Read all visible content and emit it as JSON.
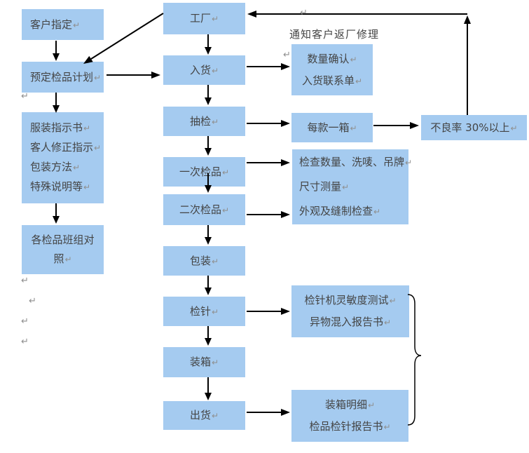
{
  "symbols": {
    "pilcrow": "↵"
  },
  "colors": {
    "node_fill": "#A5CBF0",
    "text": "#444444",
    "pilcrow": "#8F8F8F",
    "arrow": "#000000",
    "background": "#FFFFFF"
  },
  "diagram": {
    "floating_label": "通知客户返厂修理",
    "nodes": {
      "customer_assign": {
        "lines": [
          "客户指定"
        ]
      },
      "inspection_plan": {
        "lines": [
          "预定检品计划"
        ]
      },
      "spec_docs": {
        "lines": [
          "服装指示书",
          "客人修正指示",
          "包装方法",
          "特殊说明等"
        ]
      },
      "team_reference": {
        "lines": [
          "各检品班组对",
          "照"
        ]
      },
      "factory": {
        "lines": [
          "工厂"
        ]
      },
      "goods_in": {
        "lines": [
          "入货"
        ]
      },
      "sampling": {
        "lines": [
          "抽检"
        ]
      },
      "first_inspection": {
        "lines": [
          "一次检品"
        ]
      },
      "second_inspection": {
        "lines": [
          "二次检品"
        ]
      },
      "packing": {
        "lines": [
          "包装"
        ]
      },
      "needle_check": {
        "lines": [
          "检针"
        ]
      },
      "boxing": {
        "lines": [
          "装箱"
        ]
      },
      "shipment": {
        "lines": [
          "出货"
        ]
      },
      "qty_confirm": {
        "lines": [
          "数量确认",
          "入货联系单"
        ]
      },
      "one_box_per_style": {
        "lines": [
          "每款一箱"
        ]
      },
      "inspection_items": {
        "lines": [
          "检查数量、洗唛、吊牌",
          "尺寸测量",
          "外观及缝制检查"
        ]
      },
      "needle_test": {
        "lines": [
          "检针机灵敏度测试",
          "异物混入报告书"
        ]
      },
      "packing_list": {
        "lines": [
          "装箱明细",
          "检品检针报告书"
        ]
      },
      "defect_rate": {
        "lines": [
          "不良率 30%以上"
        ]
      }
    }
  }
}
